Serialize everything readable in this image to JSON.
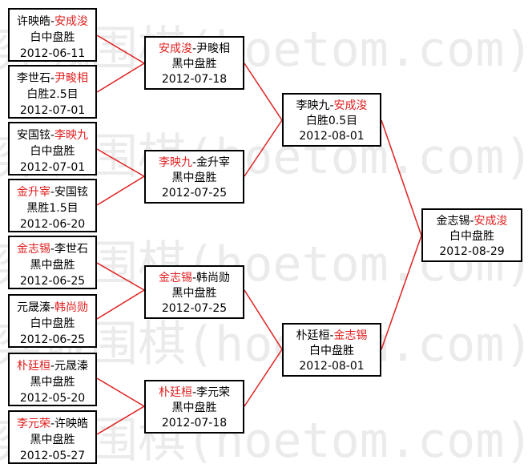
{
  "watermark": {
    "text": "弈城围棋(hoetom.com)"
  },
  "colors": {
    "winner": "#e02020",
    "line": "#e02020",
    "border": "#000000"
  },
  "round1": [
    {
      "p1": "许映皓",
      "sep": "-",
      "p2": "安成浚",
      "winner": "p2",
      "result": "白中盘胜",
      "date": "2012-06-11"
    },
    {
      "p1": "李世石",
      "sep": "-",
      "p2": "尹畯相",
      "winner": "p2",
      "result": "白胜2.5目",
      "date": "2012-07-01"
    },
    {
      "p1": "安国铉",
      "sep": "-",
      "p2": "李映九",
      "winner": "p2",
      "result": "白中盘胜",
      "date": "2012-07-01"
    },
    {
      "p1": "金升宰",
      "sep": "-",
      "p2": "安国铉",
      "winner": "p1",
      "result": "黑胜1.5目",
      "date": "2012-06-20"
    },
    {
      "p1": "金志锡",
      "sep": "-",
      "p2": "李世石",
      "winner": "p1",
      "result": "黑中盘胜",
      "date": "2012-06-25"
    },
    {
      "p1": "元晟溱",
      "sep": "-",
      "p2": "韩尚勋",
      "winner": "p2",
      "result": "白中盘胜",
      "date": "2012-06-25"
    },
    {
      "p1": "朴廷桓",
      "sep": "-",
      "p2": "元晟溱",
      "winner": "p1",
      "result": "黑中盘胜",
      "date": "2012-05-20"
    },
    {
      "p1": "李元荣",
      "sep": "-",
      "p2": "许映皓",
      "winner": "p1",
      "result": "黑中盘胜",
      "date": "2012-05-27"
    }
  ],
  "round2": [
    {
      "p1": "安成浚",
      "sep": "-",
      "p2": "尹畯相",
      "winner": "p1",
      "result": "黑中盘胜",
      "date": "2012-07-18"
    },
    {
      "p1": "李映九",
      "sep": "-",
      "p2": "金升宰",
      "winner": "p1",
      "result": "黑中盘胜",
      "date": "2012-07-25"
    },
    {
      "p1": "金志锡",
      "sep": "-",
      "p2": "韩尚勋",
      "winner": "p1",
      "result": "黑中盘胜",
      "date": "2012-07-25"
    },
    {
      "p1": "朴廷桓",
      "sep": "-",
      "p2": "李元荣",
      "winner": "p1",
      "result": "黑中盘胜",
      "date": "2012-07-18"
    }
  ],
  "round3": [
    {
      "p1": "李映九",
      "sep": "-",
      "p2": "安成浚",
      "winner": "p2",
      "result": "白胜0.5目",
      "date": "2012-08-01"
    },
    {
      "p1": "朴廷桓",
      "sep": "-",
      "p2": "金志锡",
      "winner": "p2",
      "result": "白中盘胜",
      "date": "2012-08-01"
    }
  ],
  "final": [
    {
      "p1": "金志锡",
      "sep": "-",
      "p2": "安成浚",
      "winner": "p2",
      "result": "白中盘胜",
      "date": "2012-08-29"
    }
  ]
}
